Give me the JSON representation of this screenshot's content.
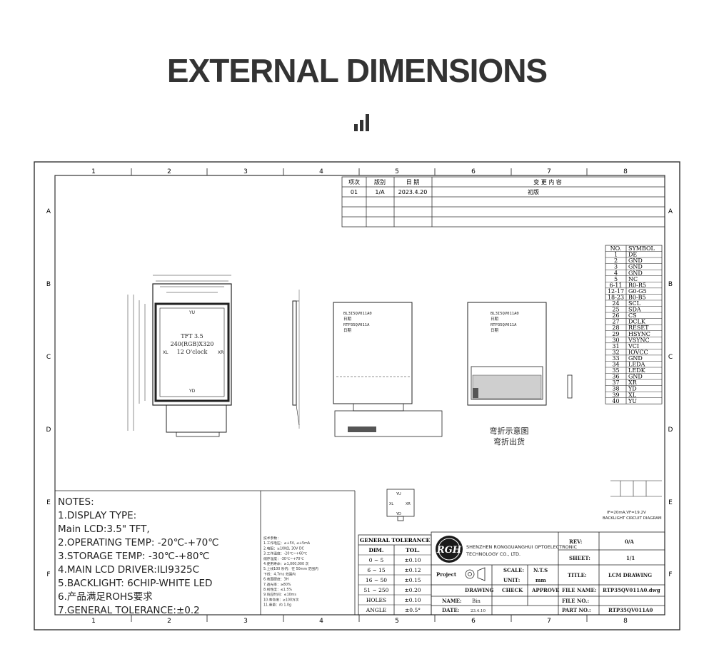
{
  "page": {
    "title": "EXTERNAL DIMENSIONS",
    "icon": "signal-bars-icon"
  },
  "frame": {
    "col_labels": [
      "1",
      "2",
      "3",
      "4",
      "5",
      "6",
      "7",
      "8"
    ],
    "row_labels": [
      "A",
      "B",
      "C",
      "D",
      "E",
      "F"
    ]
  },
  "revision": {
    "headers": [
      "项次",
      "版别",
      "日 期",
      "变 更 内 容"
    ],
    "row": [
      "01",
      "1/A",
      "2023.4.20",
      "初版"
    ]
  },
  "front_view": {
    "lines": [
      "TFT 3.5",
      "240(RGB)X320",
      "12 O'clock"
    ],
    "pins": {
      "top": "YU",
      "left": "XL",
      "right": "XR",
      "bottom": "YD"
    }
  },
  "views": {
    "back_label_lines": [
      "BL3I5QV011A0",
      "日期",
      "RTP35QV011A",
      "日期"
    ],
    "back_label2_lines": [
      "BL3I5QV011A0",
      "日期",
      "RTP35QV011A",
      "日期"
    ],
    "fold_caption": [
      "弯折示意图",
      "弯折出货"
    ]
  },
  "pins": {
    "headers": [
      "NO.",
      "SYMBOL"
    ],
    "rows": [
      [
        "1",
        "DE"
      ],
      [
        "2",
        "GND"
      ],
      [
        "3",
        "GND"
      ],
      [
        "4",
        "GND"
      ],
      [
        "5",
        "NC"
      ],
      [
        "6-11",
        "R0-R5"
      ],
      [
        "12-17",
        "G0-G5"
      ],
      [
        "18-23",
        "B0-B5"
      ],
      [
        "24",
        "SCL"
      ],
      [
        "25",
        "SDA"
      ],
      [
        "26",
        "CS"
      ],
      [
        "27",
        "DCLK"
      ],
      [
        "28",
        "RESET"
      ],
      [
        "29",
        "HSYNC"
      ],
      [
        "30",
        "VSYNC"
      ],
      [
        "31",
        "VCI"
      ],
      [
        "32",
        "IOVCC"
      ],
      [
        "33",
        "GND"
      ],
      [
        "34",
        "LEDA"
      ],
      [
        "35",
        "LEDK"
      ],
      [
        "36",
        "GND"
      ],
      [
        "37",
        "XR"
      ],
      [
        "38",
        "YD"
      ],
      [
        "39",
        "XL"
      ],
      [
        "40",
        "YU"
      ]
    ],
    "backlight_note": "IF=20mA,VF=19.2V",
    "backlight_caption": "BACKLIGHT CIRCUIT DIAGRAM"
  },
  "notes": {
    "lines": [
      "NOTES:",
      "1.DISPLAY TYPE:",
      "   Main LCD:3.5\" TFT,",
      "2.OPERATING TEMP: -20℃-+70℃",
      "3.STORAGE TEMP: -30℃-+80℃",
      "4.MAIN LCD DRIVER:ILI9325C",
      "5.BACKLIGHT: 6CHIP-WHITE LED",
      "6.产品满足ROHS要求",
      "7.GENERAL TOLERANCE:±0.2"
    ]
  },
  "tech_notes": {
    "lines": [
      "技术参数：",
      "1.工作电压：≤+5V, ≤+5mA",
      "2.电阻：≥10KΩ, 30V DC",
      "3.工作温度：-20℃~+60℃",
      "  储存温度：-30℃~+70℃",
      "4.使用寿命：≥1,000,000 次",
      "5.上线100 秒内：在 50mm 范围内",
      "  下线：4.7ms 范围内",
      "6.表面硬度：3H",
      "7.透光率：≥80%",
      "8.线性度：≤1.5%",
      "9.响应时间：≤10ms",
      "10.寿命度：≥100万次",
      "11.重量：约 1.0g"
    ]
  },
  "tolerance": {
    "title": "GENERAL TOLERANCE",
    "headers": [
      "DIM.",
      "TOL."
    ],
    "rows": [
      [
        "0  ~  5",
        "±0.10"
      ],
      [
        "6  ~  15",
        "±0.12"
      ],
      [
        "16  ~  50",
        "±0.15"
      ],
      [
        "51  ~  250",
        "±0.20"
      ],
      [
        "HOLES",
        "±0.10"
      ],
      [
        "ANGLE",
        "±0.5°"
      ]
    ]
  },
  "title_block": {
    "logo": "RGH",
    "company_line1": "SHENZHEN RONGGUANGHUI OPTOELECTRONIC",
    "company_line2": "TECHNOLOGY CO., LTD.",
    "rev_label": "REV:",
    "rev_value": "0/A",
    "sheet_label": "SHEET:",
    "sheet_value": "1/1",
    "project_label": "Project",
    "scale_label": "SCALE:",
    "scale_value": "N.T.S",
    "unit_label": "UNIT:",
    "unit_value": "mm",
    "title_label": "TITLE:",
    "title_value": "LCM DRAWING",
    "drawing": "DRAWING",
    "check": "CHECK",
    "approve": "APPROVE",
    "file_label": "FILE NAME:",
    "file_value": "RTP35QV011A0.dwg",
    "fileno_label": "FILE NO.:",
    "name_label": "NAME:",
    "name_value": "Bin",
    "date_label": "DATE:",
    "date_value": "23.4.10",
    "part_label": "PART NO.:",
    "part_value": "RTP35QV011A0"
  }
}
